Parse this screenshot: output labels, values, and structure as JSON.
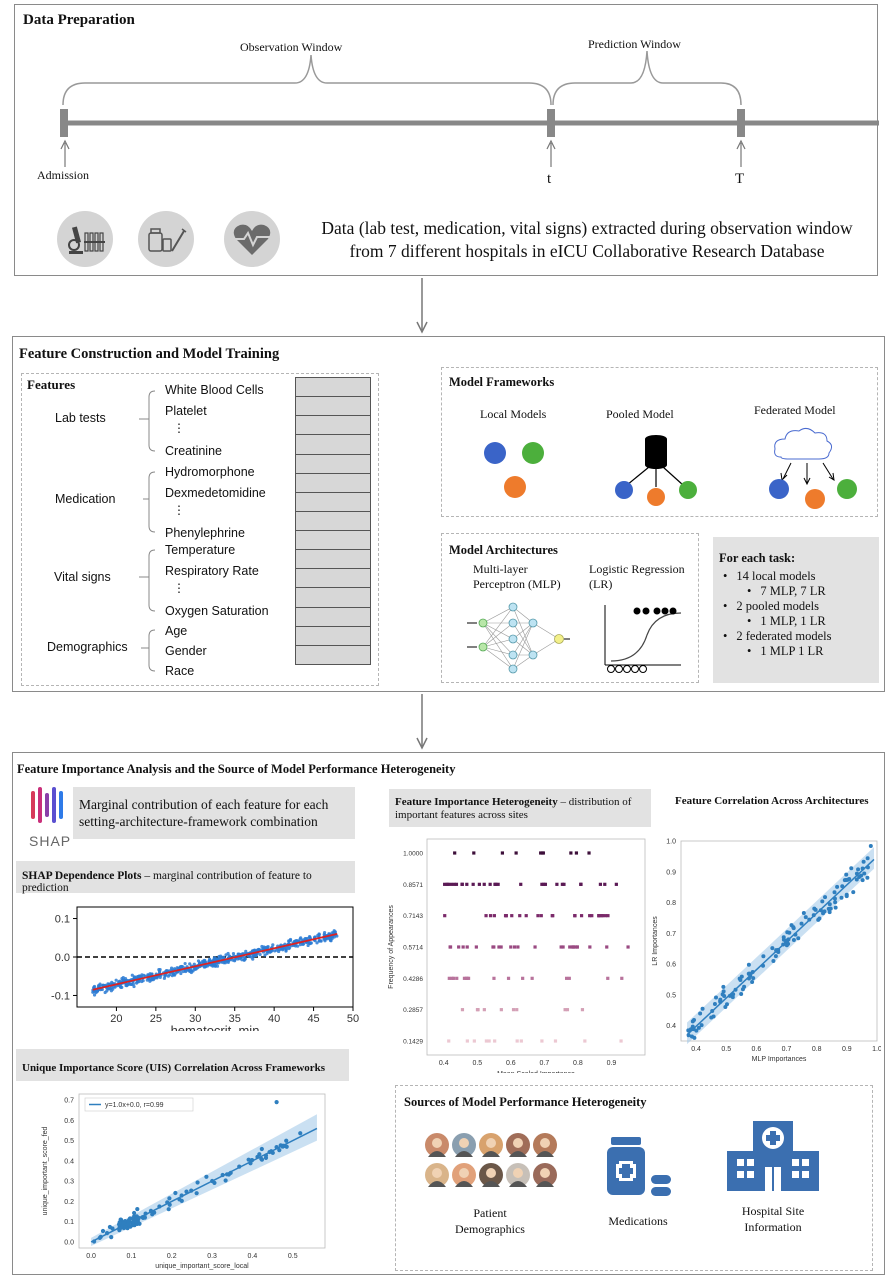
{
  "prep": {
    "title": "Data Preparation",
    "observation_window": "Observation Window",
    "prediction_window": "Prediction Window",
    "admission": "Admission",
    "t_label": "t",
    "T_label": "T",
    "extract_line1": "Data (lab test, medication, vital signs) extracted during observation window",
    "extract_line2": "from 7 different hospitals in eICU Collaborative Research Database",
    "icons": [
      "lab-test-icon",
      "medication-icon",
      "vital-signs-icon"
    ]
  },
  "training": {
    "title": "Feature Construction and Model Training",
    "features_title": "Features",
    "groups": [
      {
        "name": "Lab tests",
        "items": [
          "White Blood Cells",
          "Platelet",
          "⋮",
          "Creatinine"
        ]
      },
      {
        "name": "Medication",
        "items": [
          "Hydromorphone",
          "Dexmedetomidine",
          "⋮",
          "Phenylephrine"
        ]
      },
      {
        "name": "Vital signs",
        "items": [
          "Temperature",
          "Respiratory Rate",
          "⋮",
          "Oxygen Saturation"
        ]
      },
      {
        "name": "Demographics",
        "items": [
          "Age",
          "Gender",
          "Race"
        ]
      }
    ],
    "frameworks_title": "Model Frameworks",
    "local_models": "Local Models",
    "pooled_model": "Pooled Model",
    "federated_model": "Federated Model",
    "architectures_title": "Model Architectures",
    "mlp_line1": "Multi-layer",
    "mlp_line2": "Perceptron (MLP)",
    "lr_line1": "Logistic Regression",
    "lr_line2": "(LR)",
    "tasks_title": "For each task:",
    "tasks": [
      {
        "bullet": "•",
        "text": "14 local models",
        "indent": 0
      },
      {
        "bullet": "•",
        "text": "7 MLP, 7 LR",
        "indent": 1
      },
      {
        "bullet": "•",
        "text": "2 pooled models",
        "indent": 0
      },
      {
        "bullet": "•",
        "text": "1 MLP, 1 LR",
        "indent": 1
      },
      {
        "bullet": "•",
        "text": "2 federated models",
        "indent": 0
      },
      {
        "bullet": "•",
        "text": "1 MLP 1 LR",
        "indent": 1
      }
    ],
    "colors": {
      "blue": "#3a64c8",
      "green": "#4caf3c",
      "orange": "#ee7b2c"
    }
  },
  "analysis": {
    "title": "Feature Importance Analysis and the Source of Model Performance Heterogeneity",
    "shap_logo": "SHAP",
    "shap_desc_line1": "Marginal contribution of each feature for each",
    "shap_desc_line2": "setting-architecture-framework combination",
    "dependence_title_bold": "SHAP Dependence Plots",
    "dependence_title_rest": " – marginal contribution of feature to prediction",
    "heterogeneity_title_bold": "Feature Importance Heterogeneity",
    "heterogeneity_title_rest": " – distribution of",
    "heterogeneity_title_line2": "important features across sites",
    "correlation_title": "Feature Correlation Across Architectures",
    "uis_title": "Unique Importance Score (UIS) Correlation Across Frameworks",
    "sources_title": "Sources of Model Performance Heterogeneity",
    "patient_line1": "Patient",
    "patient_line2": "Demographics",
    "medications": "Medications",
    "hospital_line1": "Hospital Site",
    "hospital_line2": "Information",
    "avatar_colors": [
      "#c98a6a",
      "#8a9fb0",
      "#d8a26d",
      "#a06d58",
      "#b47a5a",
      "#d9b48a",
      "#e1a17a",
      "#6b5748",
      "#c7c0b8",
      "#9a6a5a"
    ]
  },
  "chart_data": [
    {
      "type": "scatter",
      "name": "shap-dependence",
      "xlabel": "hematocrit_min",
      "ylabel": "",
      "xlim": [
        15,
        50
      ],
      "ylim": [
        -0.13,
        0.13
      ],
      "xticks": [
        "20",
        "25",
        "30",
        "35",
        "40",
        "45",
        "50"
      ],
      "yticks": [
        "0.1",
        "0.0",
        "-0.1"
      ],
      "trend": {
        "x": [
          17,
          48
        ],
        "y": [
          -0.085,
          0.06
        ]
      },
      "reference_line_y": 0.0
    },
    {
      "type": "scatter",
      "name": "feature-importance-heterogeneity",
      "xlabel": "Mean Scaled Importance",
      "ylabel": "Frequency of Appearances",
      "xlim": [
        0.35,
        1.0
      ],
      "xticks": [
        "0.4",
        "0.5",
        "0.6",
        "0.7",
        "0.8",
        "0.9"
      ],
      "yticks": [
        "1.0000",
        "0.8571",
        "0.7143",
        "0.5714",
        "0.4286",
        "0.2857",
        "0.1429"
      ]
    },
    {
      "type": "scatter",
      "name": "feature-correlation-across-architectures",
      "xlabel": "MLP Importances",
      "ylabel": "LR Importances",
      "xlim": [
        0.35,
        1.0
      ],
      "ylim": [
        0.35,
        1.0
      ],
      "xticks": [
        "0.4",
        "0.5",
        "0.6",
        "0.7",
        "0.8",
        "0.9",
        "1.0"
      ],
      "yticks": [
        "1.0",
        "0.9",
        "0.8",
        "0.7",
        "0.6",
        "0.5",
        "0.4"
      ]
    },
    {
      "type": "scatter",
      "name": "uis-correlation",
      "xlabel": "unique_important_score_local",
      "ylabel": "unique_important_score_fed",
      "legend": "y=1.0x+0.0, r=0.99",
      "xlim": [
        -0.03,
        0.58
      ],
      "ylim": [
        -0.03,
        0.73
      ],
      "xticks": [
        "0.0",
        "0.1",
        "0.2",
        "0.3",
        "0.4",
        "0.5"
      ],
      "yticks": [
        "0.7",
        "0.6",
        "0.5",
        "0.4",
        "0.3",
        "0.2",
        "0.1",
        "0.0"
      ]
    }
  ]
}
